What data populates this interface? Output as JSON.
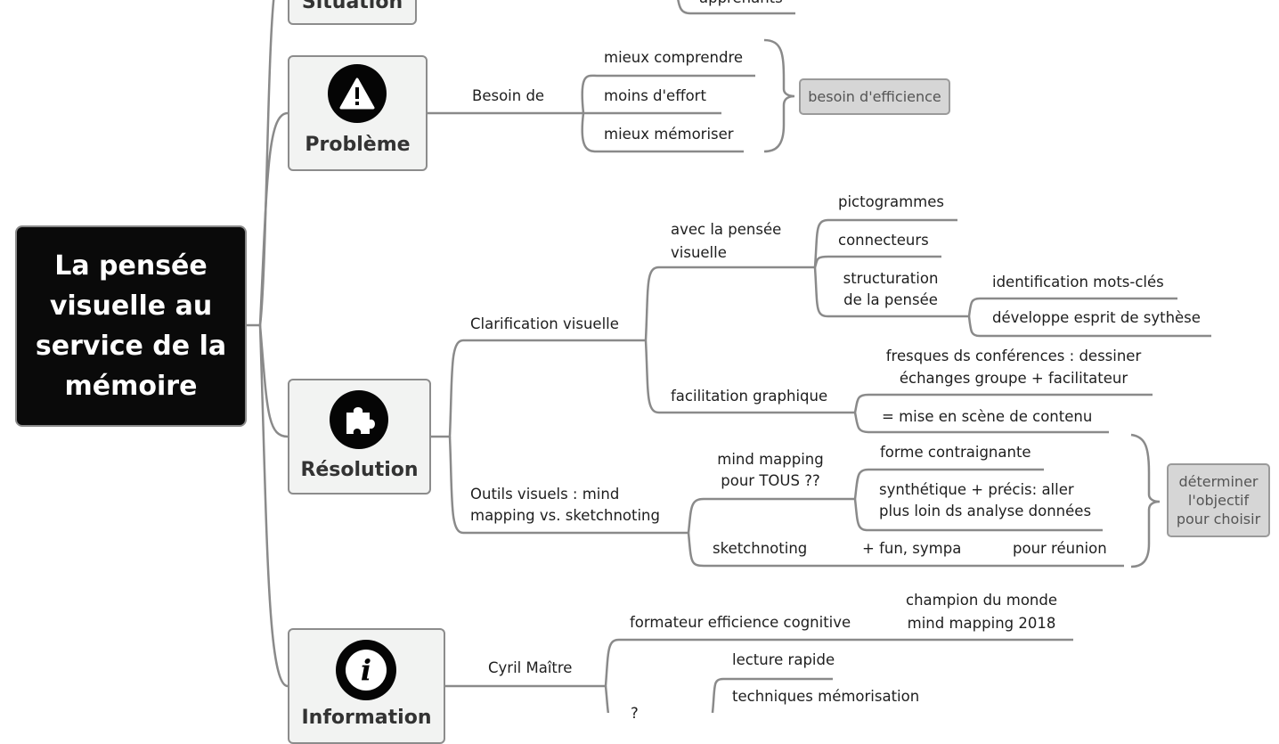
{
  "central": {
    "title": "La pensée visuelle au service de la mémoire"
  },
  "topics": {
    "situation": {
      "label": "Situation",
      "children": {
        "apprenants": "apprenants"
      }
    },
    "probleme": {
      "label": "Problème",
      "icon": "warning-icon",
      "branch": "Besoin de",
      "items": [
        "mieux comprendre",
        "moins d'effort",
        "mieux mémoriser"
      ],
      "summary": "besoin d'efficience"
    },
    "resolution": {
      "label": "Résolution",
      "icon": "puzzle-icon",
      "clarification": {
        "label": "Clarification visuelle",
        "avec": {
          "label": "avec la pensée visuelle",
          "items": [
            "pictogrammes",
            "connecteurs",
            "structuration de la pensée"
          ],
          "structuration_items": [
            "identification mots-clés",
            "développe esprit de sythèse"
          ]
        },
        "facilitation": {
          "label": "facilitation graphique",
          "items": [
            "fresques ds conférences : dessiner échanges groupe + facilitateur",
            "= mise en scène de contenu"
          ]
        }
      },
      "outils": {
        "label": "Outils visuels : mind mapping vs. sketchnoting",
        "mindmapping": {
          "label": "mind mapping pour TOUS ??",
          "items": [
            "forme contraignante",
            "synthétique + précis: aller plus loin ds analyse données"
          ]
        },
        "sketchnoting": {
          "label": "sketchnoting",
          "items": [
            "+ fun, sympa",
            "pour réunion"
          ]
        },
        "summary": "déterminer l'objectif pour choisir"
      }
    },
    "information": {
      "label": "Information",
      "icon": "info-icon",
      "branch": "Cyril Maître",
      "formateur": "formateur efficience cognitive",
      "champion": "champion du monde mind mapping 2018",
      "question": "?",
      "items": [
        "lecture rapide",
        "techniques mémorisation"
      ]
    }
  }
}
